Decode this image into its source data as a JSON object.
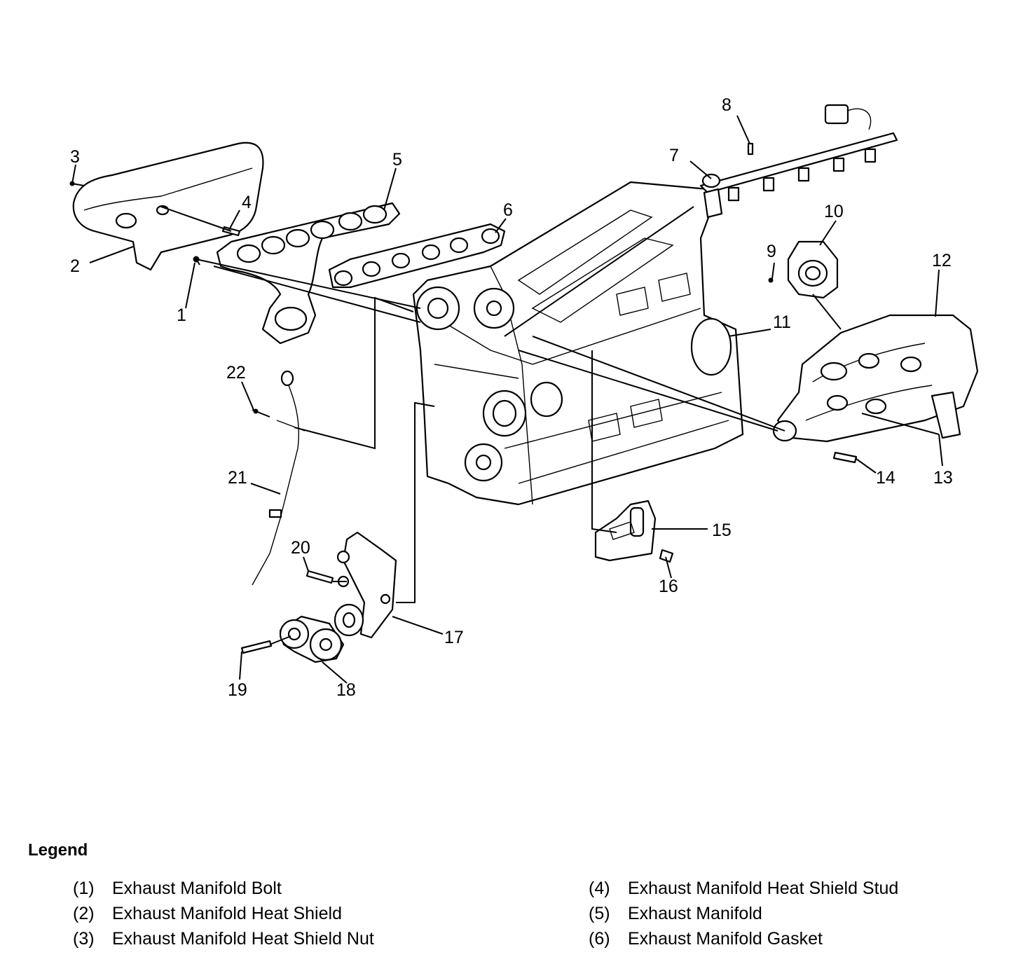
{
  "callouts": [
    "1",
    "2",
    "3",
    "4",
    "5",
    "6",
    "7",
    "8",
    "9",
    "10",
    "11",
    "12",
    "13",
    "14",
    "15",
    "16",
    "17",
    "18",
    "19",
    "20",
    "21",
    "22"
  ],
  "legend": {
    "title": "Legend",
    "items": [
      {
        "num": "(1)",
        "label": "Exhaust Manifold Bolt"
      },
      {
        "num": "(2)",
        "label": "Exhaust Manifold Heat Shield"
      },
      {
        "num": "(3)",
        "label": "Exhaust Manifold Heat Shield Nut"
      },
      {
        "num": "(4)",
        "label": "Exhaust Manifold Heat Shield Stud"
      },
      {
        "num": "(5)",
        "label": "Exhaust Manifold"
      },
      {
        "num": "(6)",
        "label": "Exhaust Manifold Gasket"
      }
    ]
  }
}
